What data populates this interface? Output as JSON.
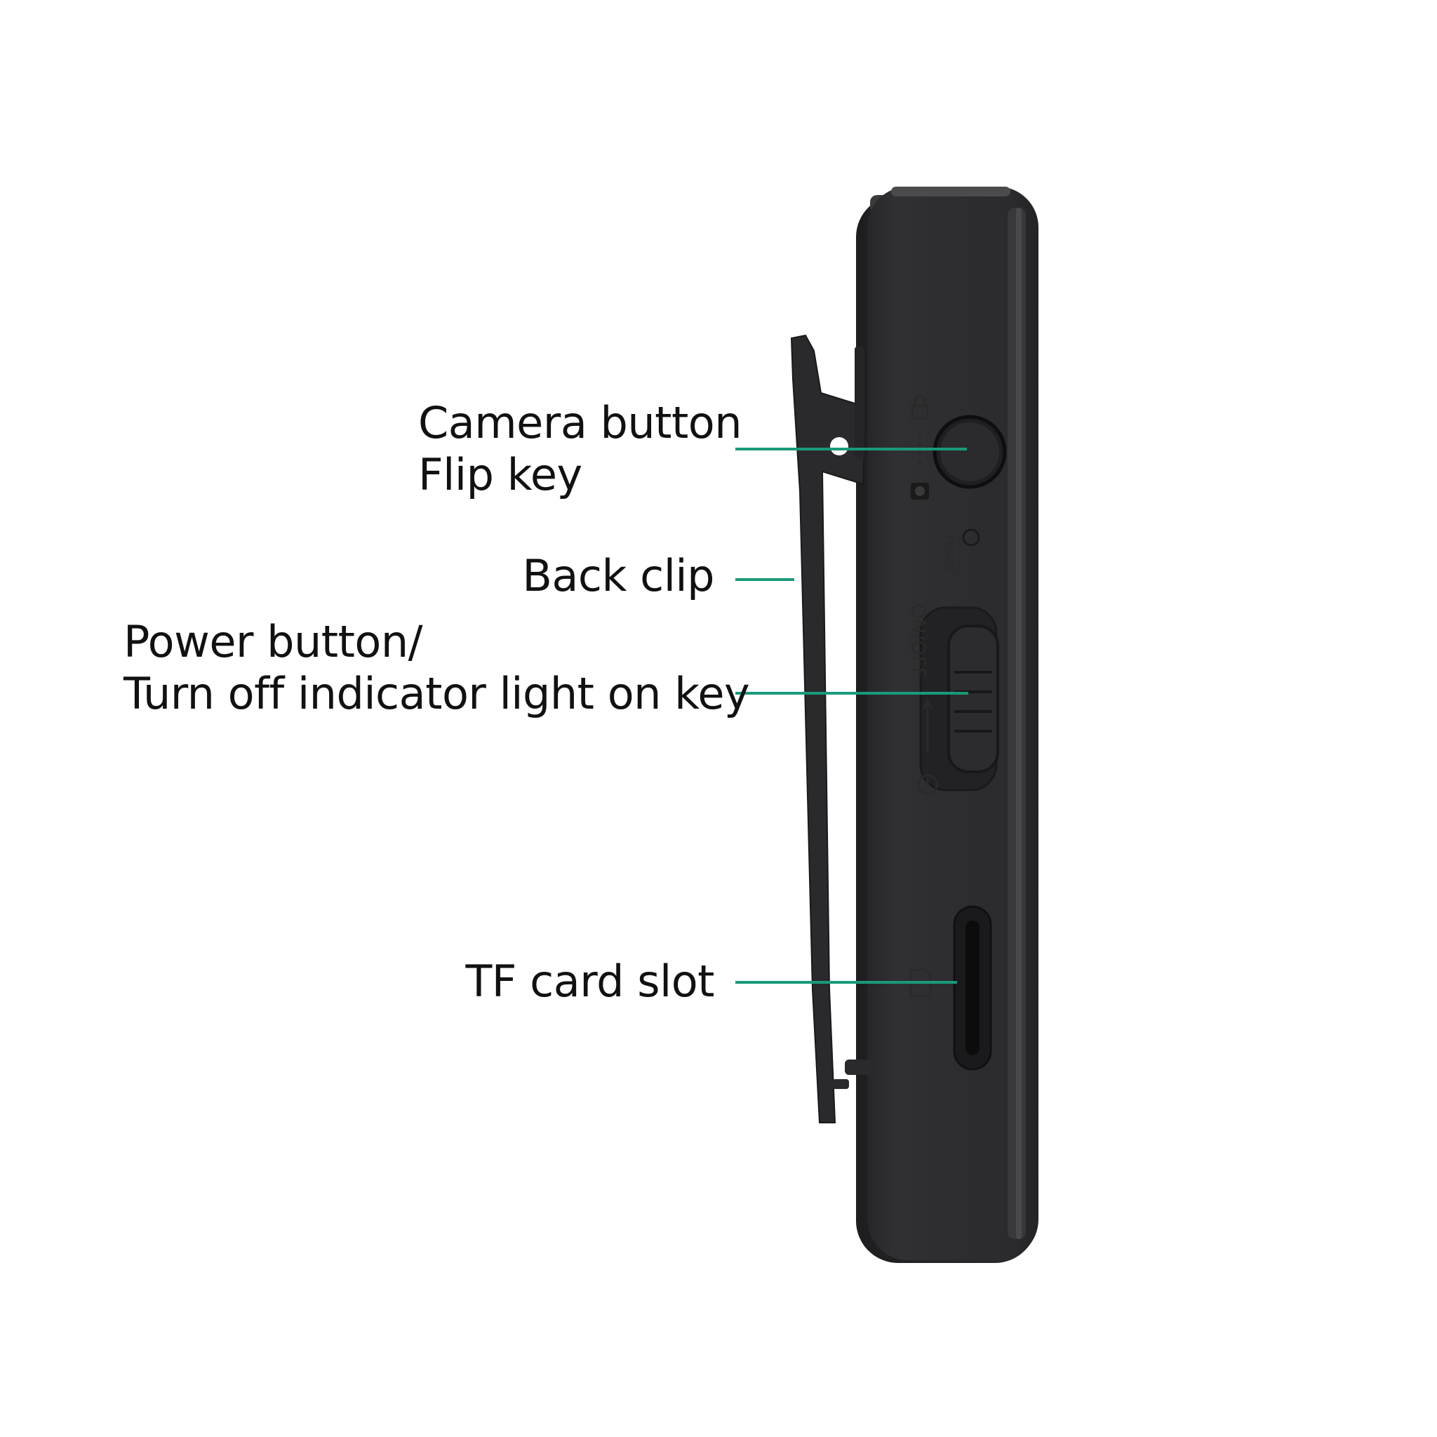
{
  "colors": {
    "leader_line": "#1a9a7a",
    "label_text": "#111111",
    "device_body": "#2d2d2f",
    "device_edge": "#3f3f42",
    "device_dark": "#1d1d1f"
  },
  "callouts": {
    "camera": {
      "line1": "Camera button",
      "line2": "Flip key"
    },
    "clip": {
      "line1": "Back clip"
    },
    "power": {
      "line1": "Power button/",
      "line2": "Turn off indicator light on key"
    },
    "tf": {
      "line1": "TF card slot"
    }
  },
  "device_marks": {
    "reset": "reset",
    "on_off": "ON/OFF"
  },
  "icons": {
    "lock": "lock-icon",
    "camera": "camera-icon",
    "power": "power-icon",
    "tf_card": "tf-card-icon"
  }
}
